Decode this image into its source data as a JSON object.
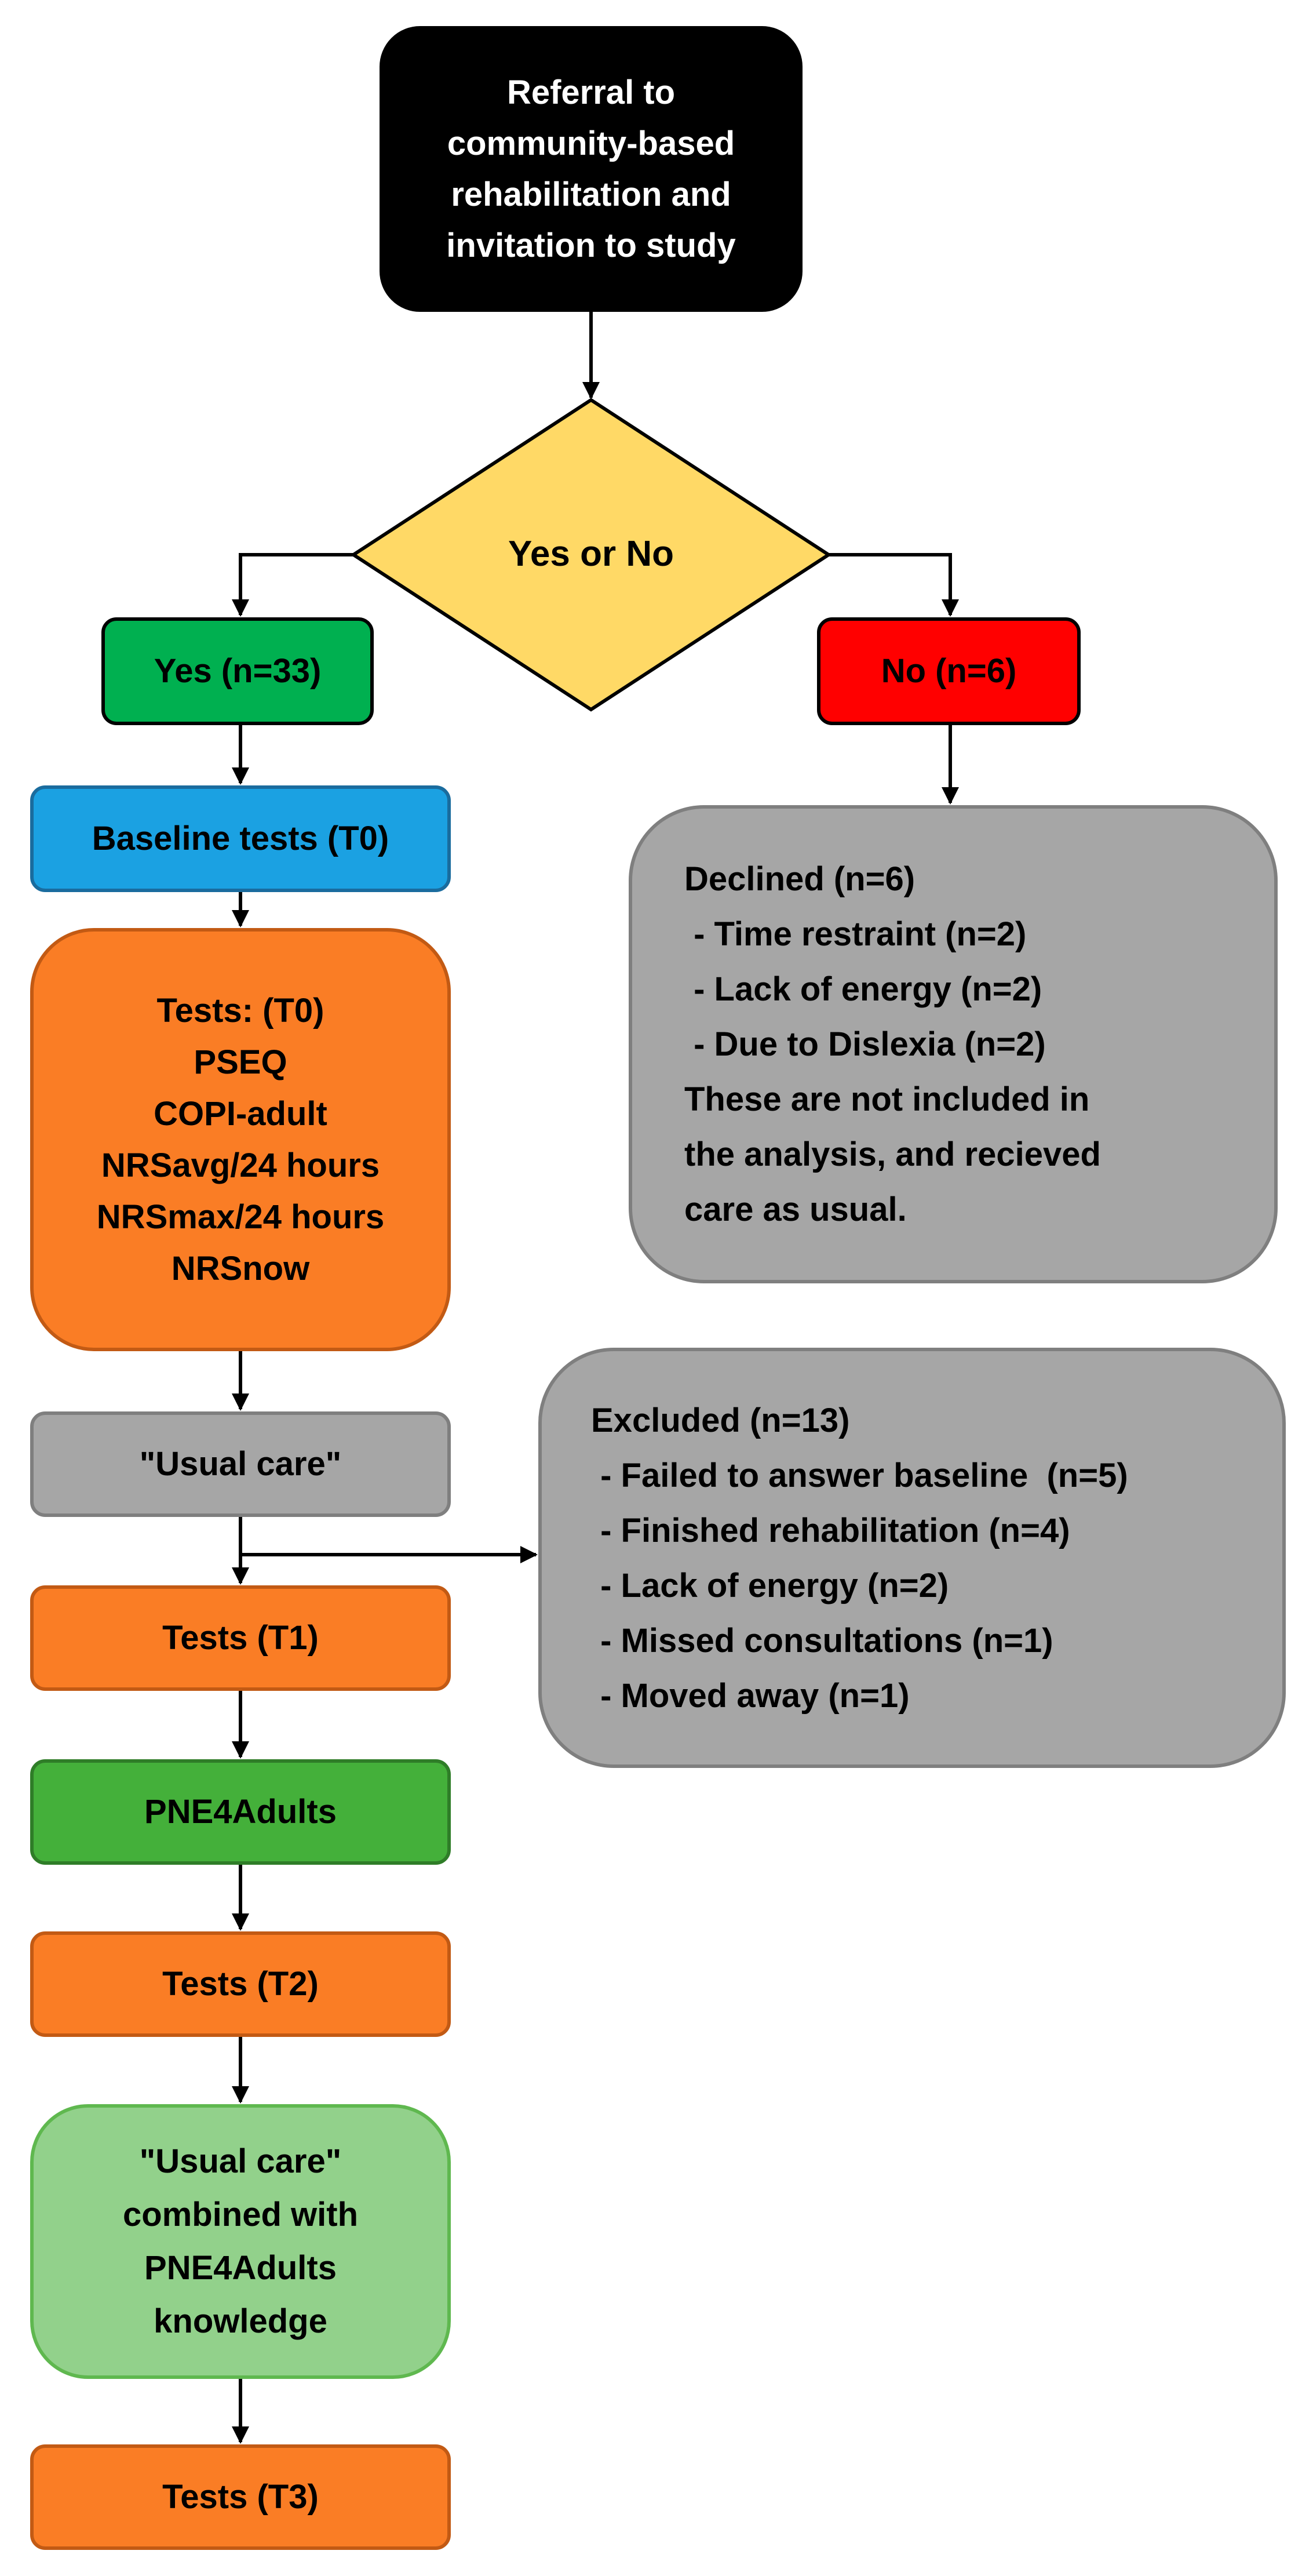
{
  "colors": {
    "start": "#000000",
    "decision": "#ffd966",
    "yes": "#00b050",
    "no": "#ff0000",
    "baseline": "#1ba1e2",
    "tests": "#fa7d25",
    "usual_care": "#a6a6a6",
    "pne": "#44b03a",
    "combined": "#92d18b",
    "info_box": "#a6a6a6",
    "connector": "#000000"
  },
  "nodes": {
    "start": {
      "lines": [
        "Referral to",
        "community-based",
        "rehabilitation and",
        "invitation to study"
      ]
    },
    "decision": {
      "label": "Yes or No"
    },
    "yes": {
      "label": "Yes (n=33)"
    },
    "no": {
      "label": "No (n=6)"
    },
    "baseline": {
      "label": "Baseline tests (T0)"
    },
    "tests_t0": {
      "lines": [
        "Tests: (T0)",
        "PSEQ",
        "COPI-adult",
        "NRSavg/24 hours",
        "NRSmax/24 hours",
        "NRSnow"
      ]
    },
    "usual_care": {
      "label": "\"Usual care\""
    },
    "tests_t1": {
      "label": "Tests (T1)"
    },
    "pne4adults": {
      "label": "PNE4Adults"
    },
    "tests_t2": {
      "label": "Tests (T2)"
    },
    "combined": {
      "lines": [
        "\"Usual care\"",
        "combined with",
        "PNE4Adults",
        "knowledge"
      ]
    },
    "tests_t3": {
      "label": "Tests (T3)"
    },
    "declined": {
      "lines": [
        "Declined (n=6)",
        " - Time restraint (n=2)",
        " - Lack of energy (n=2)",
        " - Due to Dislexia (n=2)",
        "These are not included in",
        "the analysis, and recieved",
        "care as usual."
      ]
    },
    "excluded": {
      "lines": [
        "Excluded (n=13)",
        " - Failed to answer baseline  (n=5)",
        " - Finished rehabilitation (n=4)",
        " - Lack of energy (n=2)",
        " - Missed consultations (n=1)",
        " - Moved away (n=1)"
      ]
    }
  }
}
